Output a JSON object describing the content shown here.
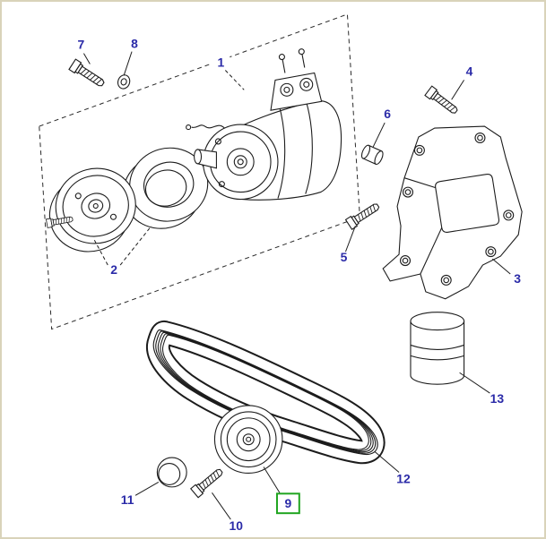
{
  "diagram": {
    "line_color": "#1c1c1c",
    "label_color": "#2b2ba8",
    "highlight_color": "#1fa41f",
    "border_color": "#d9d3ba",
    "highlighted_part": "9"
  },
  "labels": {
    "p1": "1",
    "p2": "2",
    "p3": "3",
    "p4": "4",
    "p5": "5",
    "p6": "6",
    "p7": "7",
    "p8": "8",
    "p9": "9",
    "p10": "10",
    "p11": "11",
    "p12": "12",
    "p13": "13"
  }
}
